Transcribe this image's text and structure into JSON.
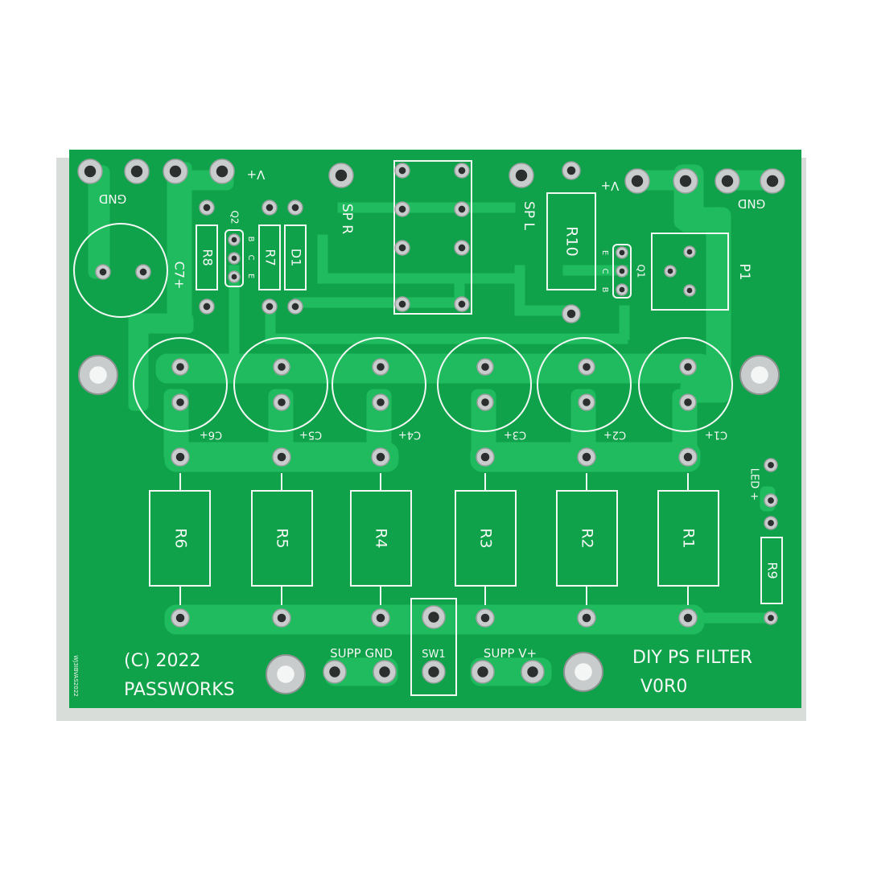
{
  "board": {
    "colors": {
      "background": "#ffffff",
      "shadow": "#d9ddd9",
      "substrate": "#0fa24a",
      "copper": "#1fbb5e",
      "silkscreen": "#f4f8f4",
      "pad": "#c9cccc",
      "hole": "#2b2f2e"
    },
    "edge_text": "WJ3IBVAS2022"
  },
  "labels": {
    "gnd_left": "GND",
    "vplus_left": "V+",
    "vplus_right": "V+",
    "gnd_right": "GND",
    "sp_r": "SP R",
    "sp_l": "SP L",
    "p1": "P1",
    "led_plus": "LED +",
    "supp_gnd": "SUPP GND",
    "sw1": "SW1",
    "supp_vplus": "SUPP V+",
    "copyright": "(C) 2022",
    "brand": "PASSWORKS",
    "title": "DIY PS FILTER",
    "version": "V0R0"
  },
  "components": {
    "resistors_small": [
      "R8",
      "R7",
      "D1",
      "R10",
      "R9"
    ],
    "transistors": [
      {
        "ref": "Q2",
        "pins": [
          "B",
          "C",
          "E"
        ]
      },
      {
        "ref": "Q1",
        "pins": [
          "E",
          "C",
          "B"
        ]
      }
    ],
    "capacitors": [
      "C7+",
      "C6+",
      "C5+",
      "C4+",
      "C3+",
      "C2+",
      "C1+"
    ],
    "resistors_large": [
      "R6",
      "R5",
      "R4",
      "R3",
      "R2",
      "R1"
    ]
  }
}
